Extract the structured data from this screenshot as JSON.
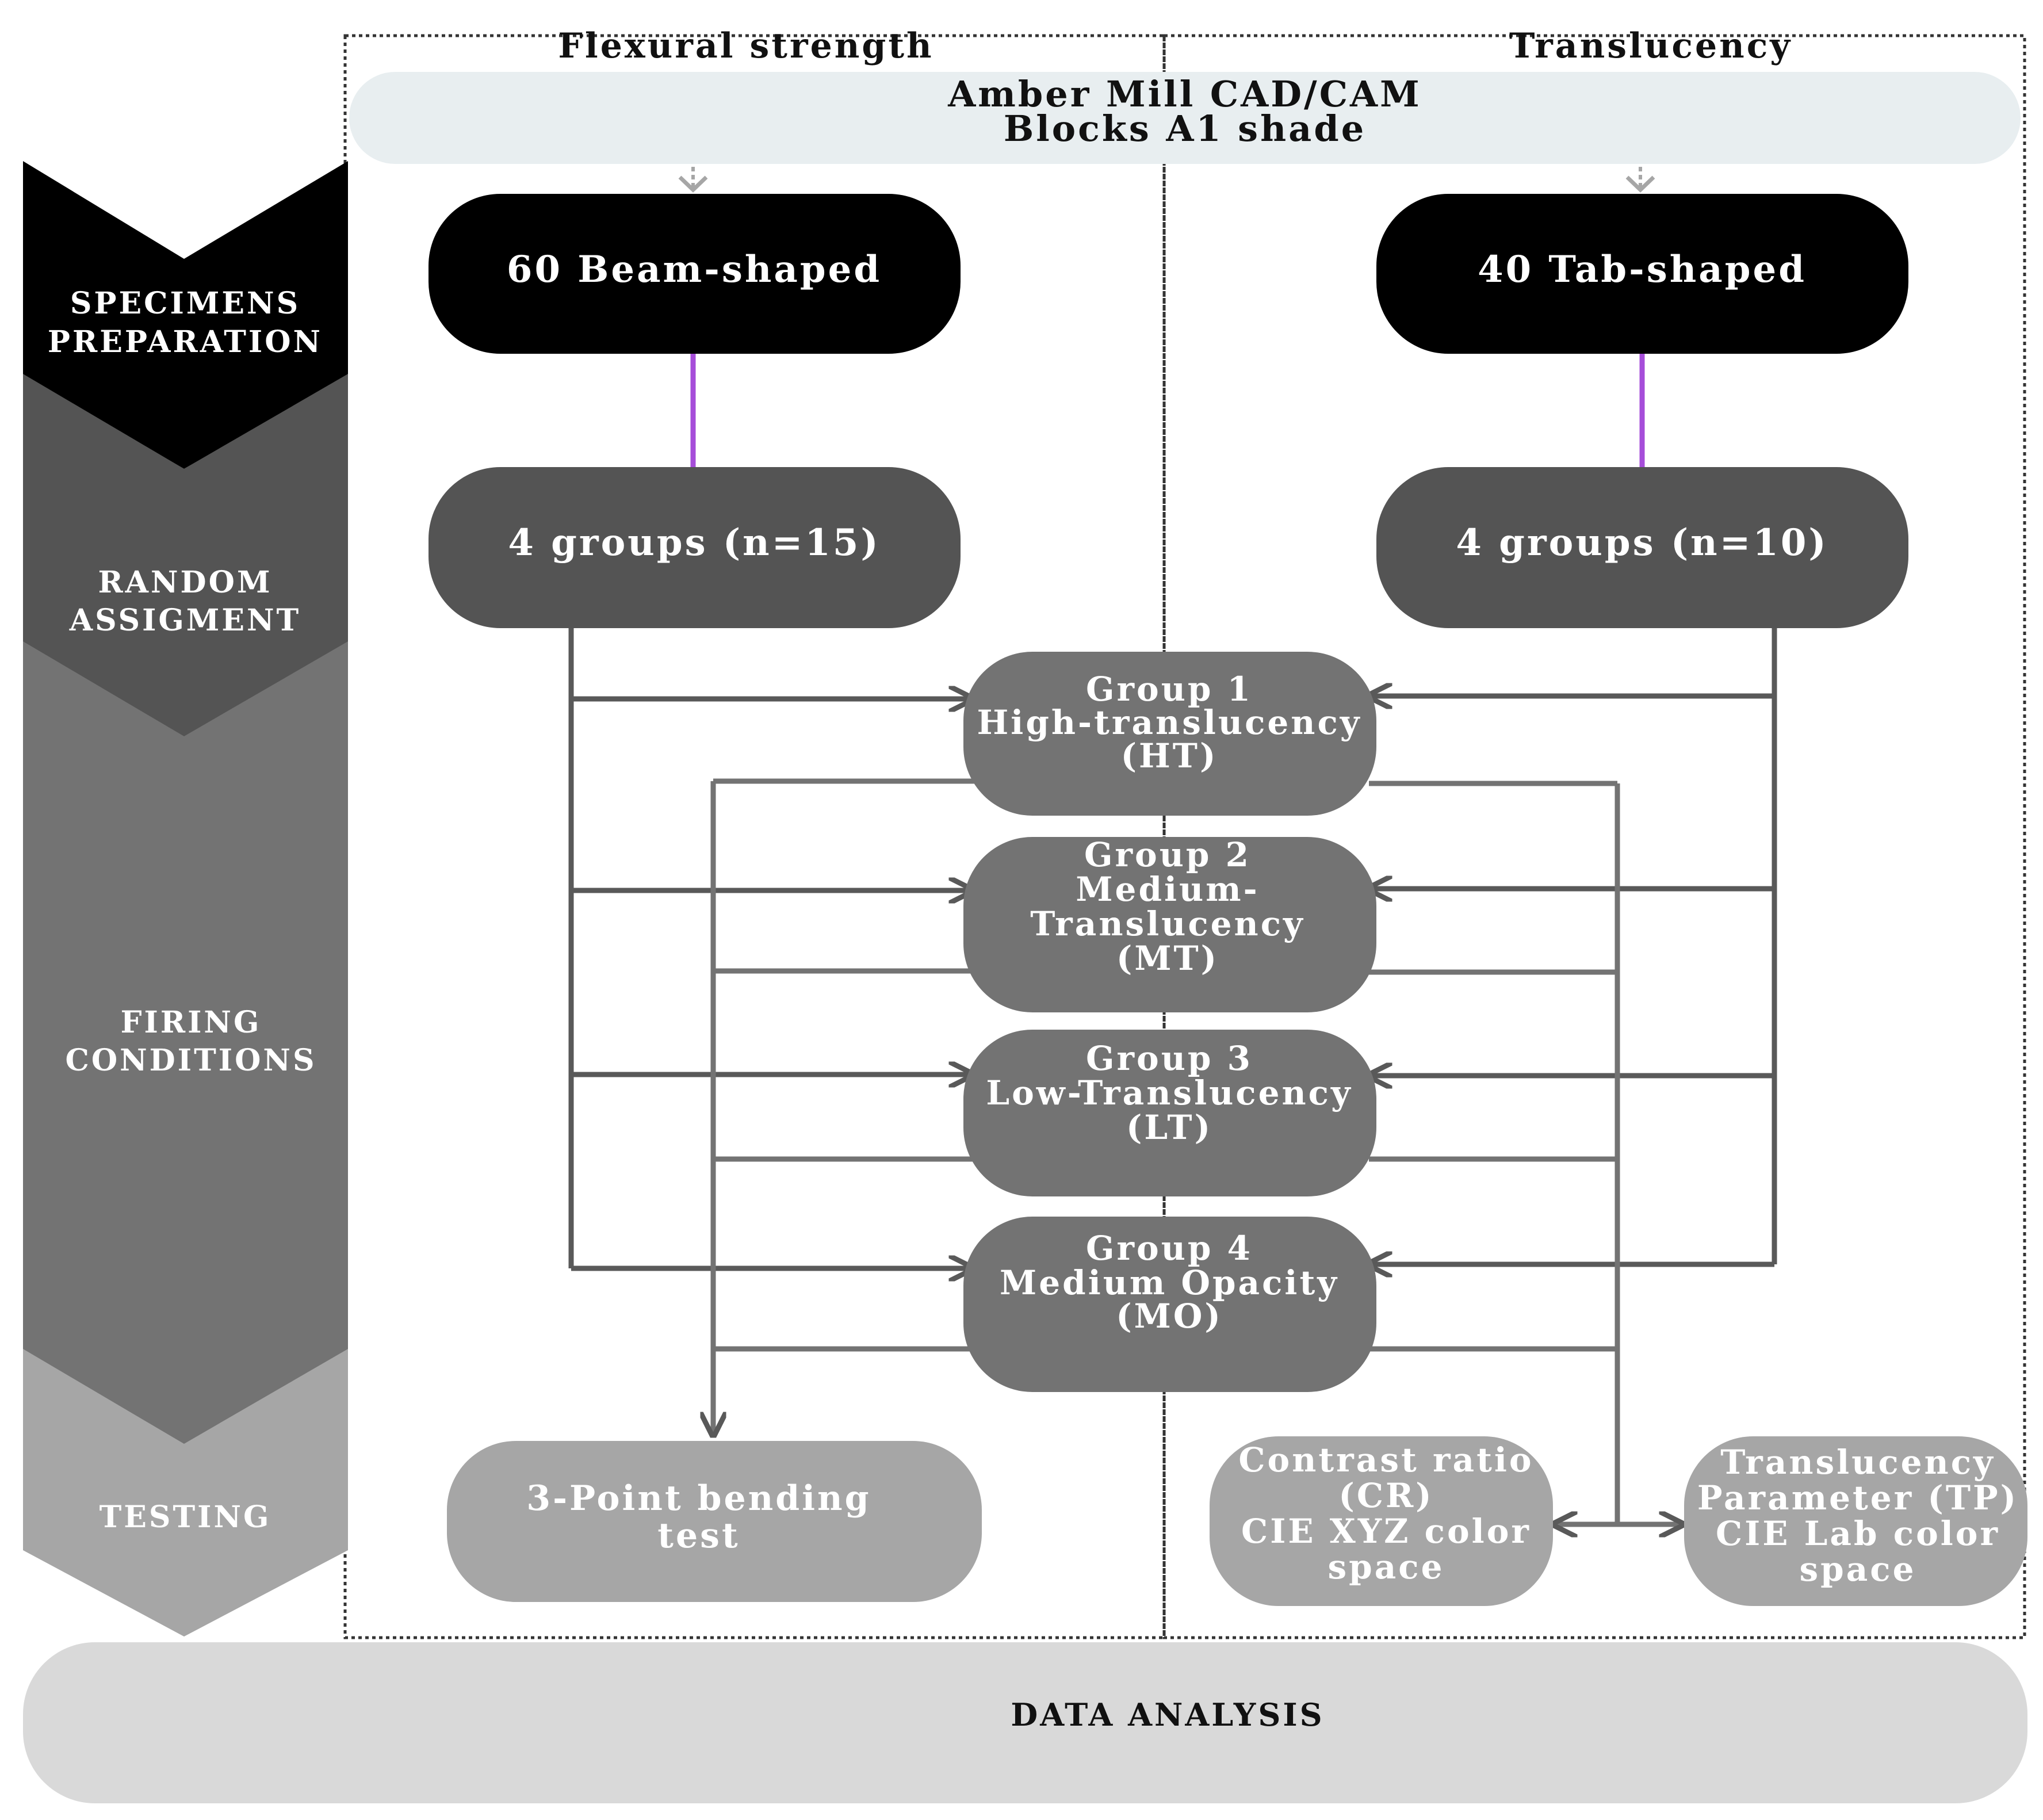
{
  "columns": {
    "left_title": "Flexural strength",
    "right_title": "Translucency"
  },
  "material": {
    "line1": "Amber Mill CAD/CAM",
    "line2": "Blocks A1 shade"
  },
  "stages": {
    "preparation": [
      "SPECIMENS",
      "PREPARATION"
    ],
    "assignment": [
      "RANDOM",
      "ASSIGMENT"
    ],
    "firing": [
      "FIRING",
      "CONDITIONS"
    ],
    "testing": [
      "TESTING"
    ]
  },
  "specimens": {
    "left": "60 Beam-shaped",
    "right": "40 Tab-shaped"
  },
  "assignment_boxes": {
    "left": "4 groups (n=15)",
    "right": "4 groups (n=10)"
  },
  "groups": [
    {
      "lines": [
        "Group 1",
        "High-translucency",
        "(HT)"
      ]
    },
    {
      "lines": [
        "Group 2",
        "Medium-",
        "Translucency",
        "(MT)"
      ]
    },
    {
      "lines": [
        "Group 3",
        "Low-Translucency",
        "(LT)"
      ]
    },
    {
      "lines": [
        "Group 4",
        "Medium Opacity",
        "(MO)"
      ]
    }
  ],
  "tests": {
    "bending": [
      "3-Point bending",
      "test"
    ],
    "contrast_ratio": [
      "Contrast ratio",
      "(CR)",
      "CIE XYZ color",
      "space"
    ],
    "translucency_parameter": [
      "Translucency",
      "Parameter (TP)",
      "CIE Lab color",
      "space"
    ]
  },
  "data_analysis": "DATA ANALYSIS",
  "colors": {
    "black": "#000000",
    "dark_gray": "#545454",
    "mid_gray": "#737373",
    "light_gray": "#a6a6a6",
    "pale_gray": "#d9d9d9",
    "header_fill": "#e8eef0",
    "accent_purple": "#a64dd9"
  }
}
